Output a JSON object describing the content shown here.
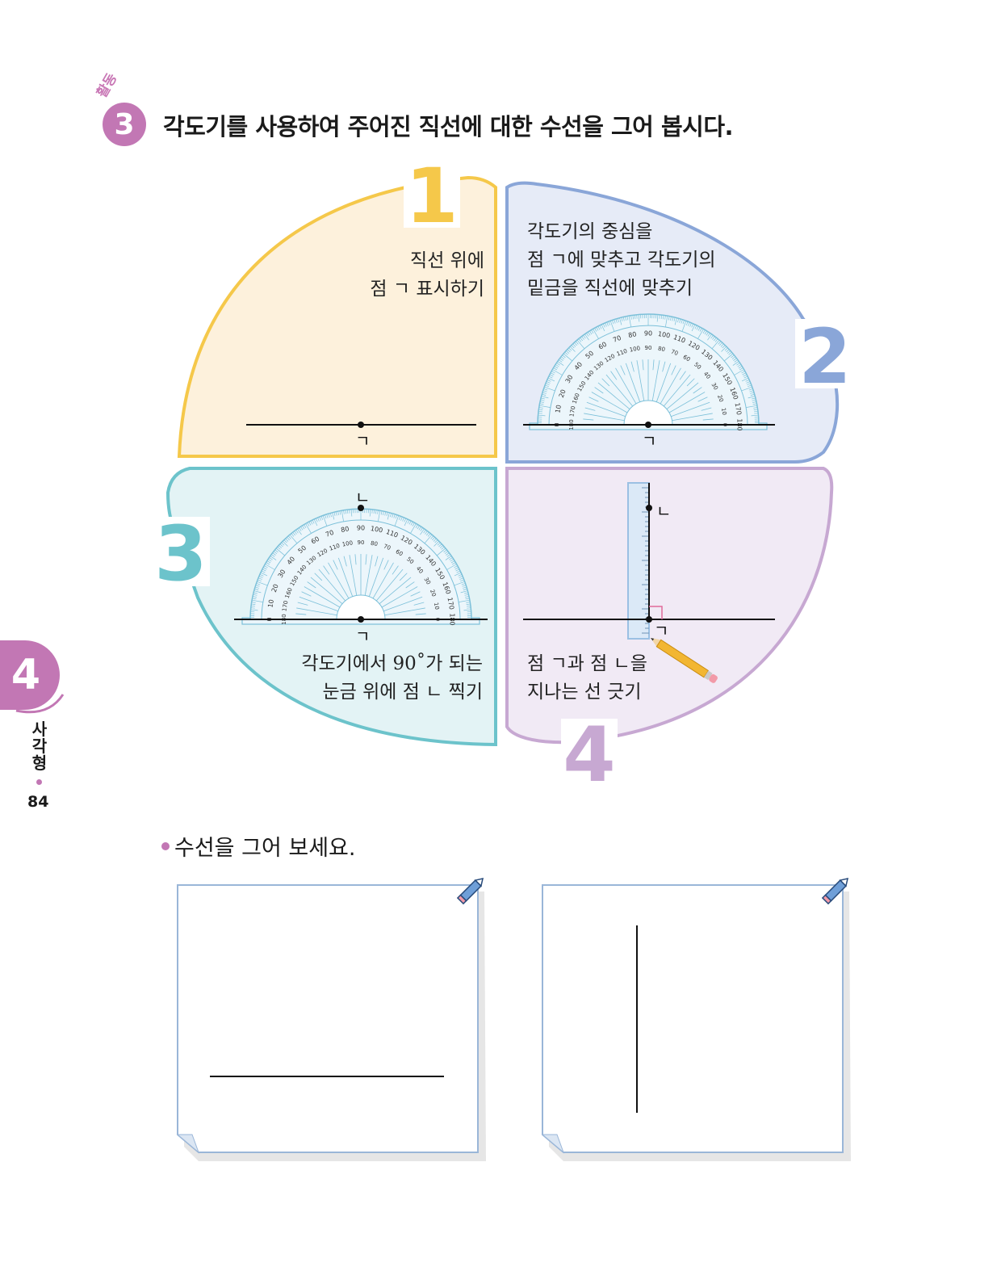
{
  "activity": {
    "tag": "활동",
    "number": "3",
    "instruction": "각도기를 사용하여 주어진 직선에 대한 수선을 그어 봅시다."
  },
  "steps": [
    {
      "number": "1",
      "text": "직선 위에\n점 ㄱ 표시하기",
      "color": "#f5c84a",
      "fill": "#fdf1dc"
    },
    {
      "number": "2",
      "text": "각도기의 중심을\n점 ㄱ에 맞추고 각도기의\n밑금을 직선에 맞추기",
      "color": "#8aa6d8",
      "fill": "#e6ebf7"
    },
    {
      "number": "3",
      "text": "각도기에서 90˚가 되는\n눈금 위에 점 ㄴ 찍기",
      "color": "#6cc3cb",
      "fill": "#e3f3f5"
    },
    {
      "number": "4",
      "text": "점 ㄱ과 점 ㄴ을\n지나는 선 긋기",
      "color": "#c7a8d2",
      "fill": "#f1eaf5"
    }
  ],
  "point_labels": {
    "giyeok": "ㄱ",
    "nieun": "ㄴ"
  },
  "protractor": {
    "outer_scale": [
      "0",
      "10",
      "20",
      "30",
      "40",
      "50",
      "60",
      "70",
      "80",
      "90",
      "100",
      "110",
      "120",
      "130",
      "140",
      "150",
      "160",
      "170",
      "180"
    ],
    "inner_scale": [
      "180",
      "170",
      "160",
      "150",
      "140",
      "130",
      "120",
      "110",
      "100",
      "90",
      "80",
      "70",
      "60",
      "50",
      "40",
      "30",
      "20",
      "10",
      "0"
    ],
    "color": "#7cc0d9"
  },
  "chapter": {
    "number": "4",
    "title": "사각형",
    "page": "84",
    "color": "#c277b4"
  },
  "task": {
    "text": "수선을 그어 보세요."
  },
  "pencil_icon": "pencil-icon"
}
